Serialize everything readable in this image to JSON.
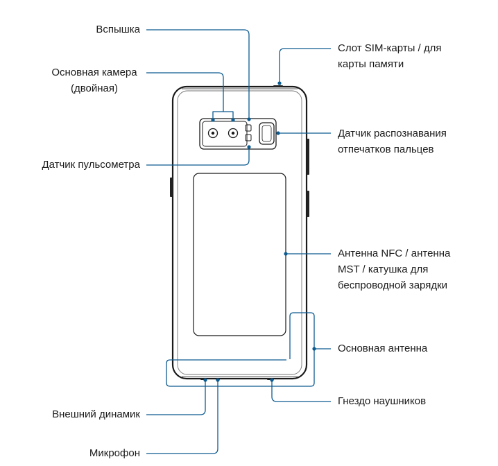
{
  "colors": {
    "leader_line": "#0c5b91",
    "device_outline": "#1a1a1a",
    "label_text": "#1a1a1a"
  },
  "labels": {
    "flash": "Вспышка",
    "main_camera_line1": "Основная камера",
    "main_camera_line2": "(двойная)",
    "heart_rate_sensor": "Датчик пульсометра",
    "sim_slot_line1": "Слот SIM-карты / для",
    "sim_slot_line2": "карты памяти",
    "fingerprint_line1": "Датчик распознавания",
    "fingerprint_line2": "отпечатков пальцев",
    "nfc_line1": "Антенна NFC / антенна",
    "nfc_line2": "MST / катушка для",
    "nfc_line3": "беспроводной зарядки",
    "main_antenna": "Основная антенна",
    "earphone_jack": "Гнездо наушников",
    "speaker": "Внешний динамик",
    "microphone": "Микрофон"
  }
}
